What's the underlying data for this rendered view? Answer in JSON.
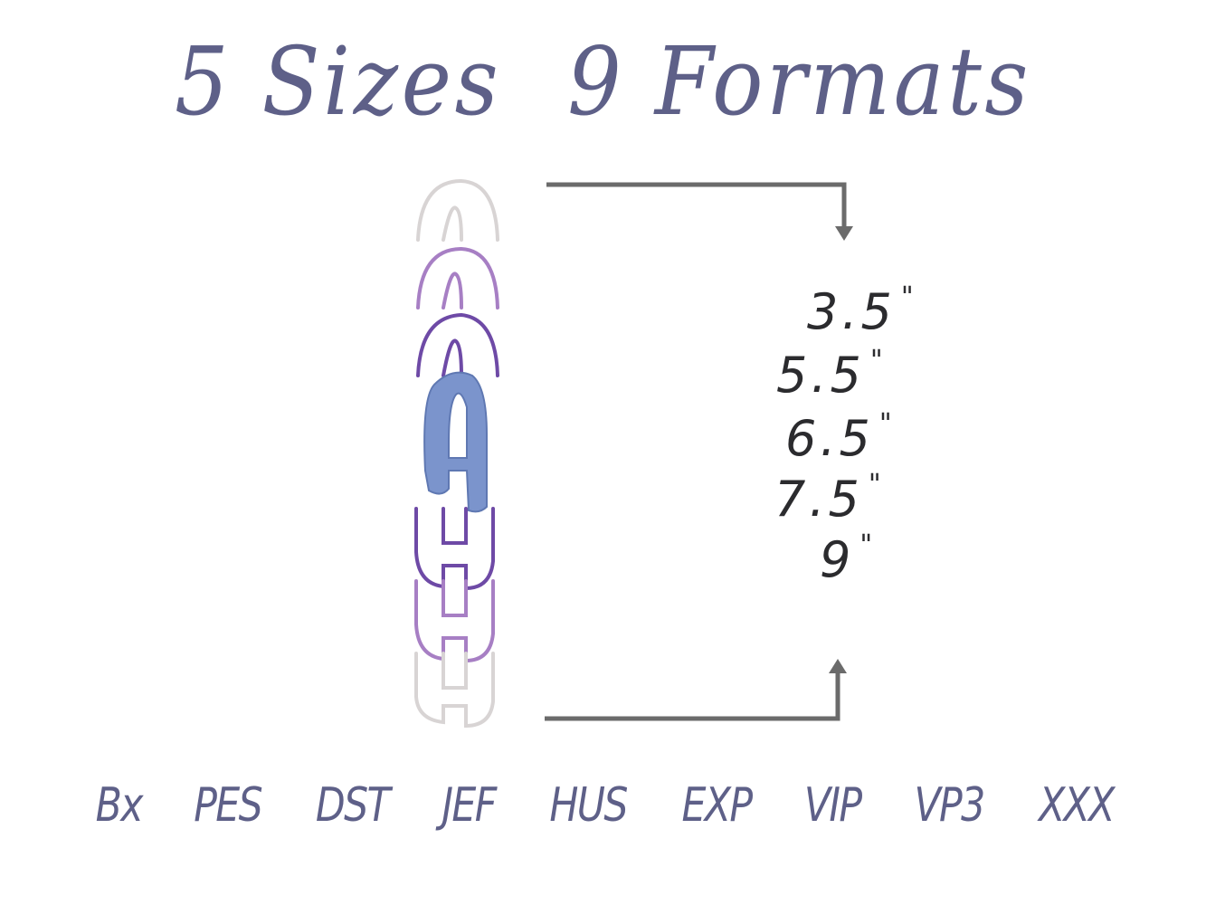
{
  "title": {
    "part1": "5 Sizes",
    "part2": "9 Formats"
  },
  "sizes": [
    {
      "value": "3.5",
      "unit": "\""
    },
    {
      "value": "5.5",
      "unit": "\""
    },
    {
      "value": "6.5",
      "unit": "\""
    },
    {
      "value": "7.5",
      "unit": "\""
    },
    {
      "value": "9",
      "unit": "\""
    }
  ],
  "formats": [
    "Bx",
    "PES",
    "DST",
    "JEF",
    "HUS",
    "EXP",
    "VIP",
    "VP3",
    "XXX"
  ],
  "colors": {
    "title_text": "#5e6088",
    "size_text": "#2b2b2e",
    "arrow": "#6b6b6b",
    "letter_fill": "#7b94cc",
    "outline_white": "#d8d4d4",
    "outline_light_purple": "#a77fc4",
    "outline_dark_purple": "#6e4aa6"
  },
  "letter": "A"
}
